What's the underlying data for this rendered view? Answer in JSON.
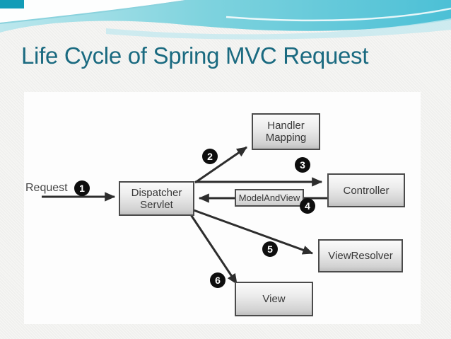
{
  "slide": {
    "title": "Life Cycle of Spring MVC Request",
    "title_color": "#1a6a80",
    "header_teal": "#4cc0d6",
    "header_dark_corner": "#139cb7"
  },
  "diagram": {
    "request_label": "Request",
    "nodes": {
      "dispatcher": {
        "line1": "Dispatcher",
        "line2": "Servlet"
      },
      "handler_mapping": {
        "line1": "Handler",
        "line2": "Mapping"
      },
      "controller": {
        "line1": "Controller"
      },
      "model_and_view": {
        "line1": "ModelAndView"
      },
      "view_resolver": {
        "line1": "ViewResolver"
      },
      "view": {
        "line1": "View"
      }
    },
    "steps": [
      "1",
      "2",
      "3",
      "4",
      "5",
      "6"
    ],
    "arrow_color": "#2d2d2d",
    "badge_color": "#0e0e0e"
  }
}
